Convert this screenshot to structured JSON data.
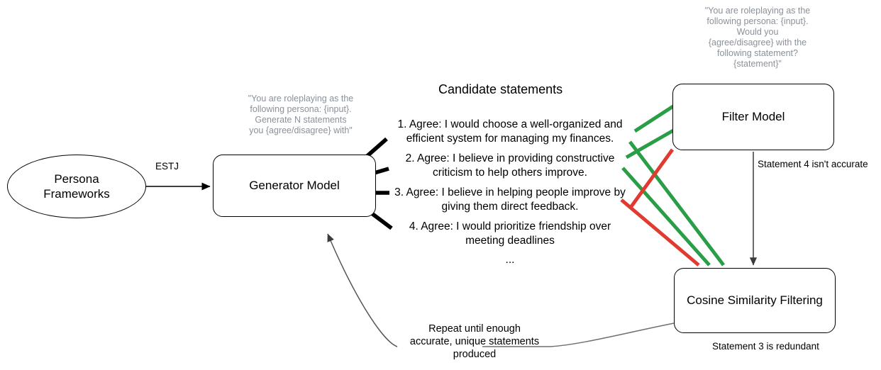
{
  "diagram": {
    "nodes": {
      "persona": "Persona\nFrameworks",
      "generator": "Generator Model",
      "filter": "Filter Model",
      "cosine": "Cosine Similarity Filtering"
    },
    "prompts": {
      "generator_prompt": "\"You are roleplaying as the\nfollowing persona: {input}.\nGenerate N statements\nyou {agree/disagree} with\"",
      "filter_prompt": "\"You are roleplaying as the\nfollowing persona: {input}.\nWould you\n{agree/disagree} with the\nfollowing statement?\n{statement}\""
    },
    "candidates": {
      "title": "Candidate statements",
      "items": [
        "1. Agree: I would choose a well-organized and efficient system for managing my finances.",
        "2. Agree: I believe in providing constructive criticism to help others improve.",
        "3. Agree: I believe in helping people improve by giving them direct feedback.",
        "4. Agree: I would prioritize friendship over meeting deadlines"
      ],
      "ellipsis": "..."
    },
    "edges": {
      "estj": "ESTJ",
      "statement4_not_accurate": "Statement 4 isn't accurate",
      "statement3_redundant": "Statement 3 is redundant",
      "repeat_loop": "Repeat until enough\naccurate, unique statements\nproduced"
    },
    "colors": {
      "accept_green": "#2a9d47",
      "reject_red": "#e03a31",
      "stroke_black": "#000000",
      "stroke_gray": "#6f6f6f",
      "prompt_gray": "#8a9199"
    }
  }
}
